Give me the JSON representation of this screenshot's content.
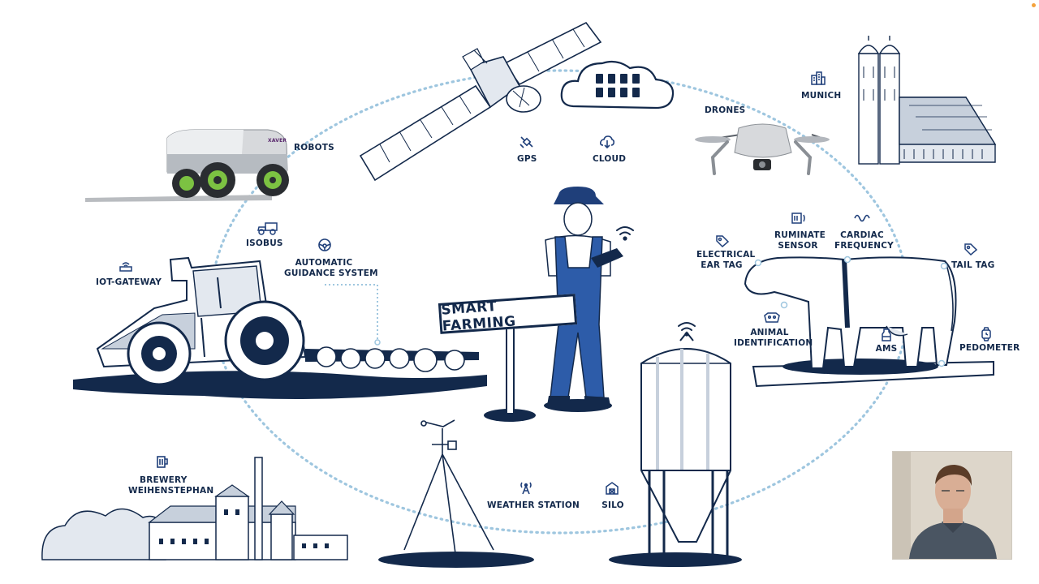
{
  "sign": {
    "text": "SMART FARMING"
  },
  "labels": {
    "robots": "ROBOTS",
    "gps": "GPS",
    "cloud": "CLOUD",
    "drones": "DRONES",
    "munich": "MUNICH",
    "isobus": "ISOBUS",
    "iot_gateway": "IOT-GATEWAY",
    "automatic_guidance_line1": "AUTOMATIC",
    "automatic_guidance_line2": "GUIDANCE SYSTEM",
    "electrical_ear_tag_line1": "ELECTRICAL",
    "electrical_ear_tag_line2": "EAR TAG",
    "ruminate_sensor_line1": "RUMINATE",
    "ruminate_sensor_line2": "SENSOR",
    "cardiac_frequency_line1": "CARDIAC",
    "cardiac_frequency_line2": "FREQUENCY",
    "tail_tag": "TAIL TAG",
    "animal_identification_line1": "ANIMAL",
    "animal_identification_line2": "IDENTIFICATION",
    "ams": "AMS",
    "pedometer": "PEDOMETER",
    "brewery_line1": "BREWERY",
    "brewery_line2": "WEIHENSTEPHAN",
    "weather_station": "WEATHER STATION",
    "silo": "SILO"
  },
  "robot_brand": "XAVER",
  "icons": {
    "gps": "satellite-icon",
    "cloud": "cloud-download-icon",
    "munich": "city-buildings-icon",
    "isobus": "tractor-icon",
    "iot_gateway": "router-icon",
    "automatic_guidance": "steering-wheel-icon",
    "electrical_ear_tag": "tag-icon",
    "ruminate_sensor": "sensor-icon",
    "cardiac_frequency": "heartbeat-wave-icon",
    "tail_tag": "tag-icon",
    "animal_identification": "cow-id-icon",
    "ams": "milk-icon",
    "pedometer": "watch-icon",
    "brewery": "beer-mug-icon",
    "weather_station": "antenna-icon",
    "silo": "barn-icon"
  },
  "colors": {
    "ink": "#13294b",
    "accent": "#1f3f7a",
    "loop": "#9ec6df",
    "wheel_green": "#7cc242",
    "overalls": "#2d5ca9"
  }
}
